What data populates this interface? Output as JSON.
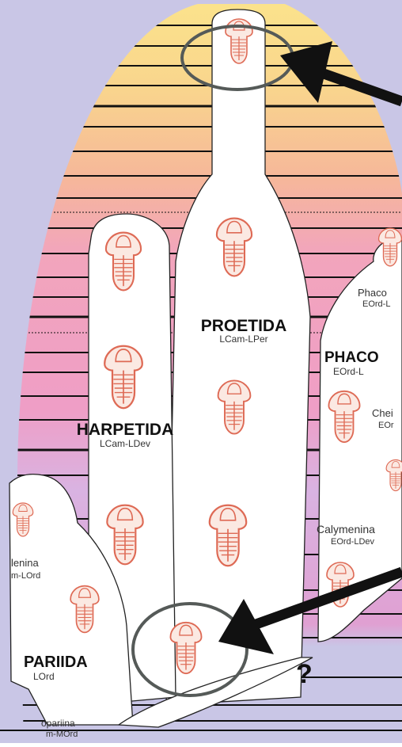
{
  "colors": {
    "background_lavender": "#c9c6e6",
    "band_yellow": "#fbe38c",
    "band_orange": "#f8c78c",
    "band_pink": "#f3a8be",
    "band_magenta": "#e3a4d2",
    "band_lavender": "#d7b5e5",
    "branch_fill": "#ffffff",
    "trilobite_red": "#de6a55",
    "highlight_circle": "#555a58",
    "arrow": "#111111"
  },
  "clades": {
    "proetida": {
      "name": "PROETIDA",
      "range": "LCam-LPer"
    },
    "harpetida": {
      "name": "HARPETIDA",
      "range": "LCam-LDev"
    },
    "phacopida": {
      "name": "PHACO",
      "range": "EOrd-L"
    },
    "phacopina": {
      "name": "Phaco",
      "range": "EOrd-L"
    },
    "cheirurina": {
      "name": "Chei",
      "range": "EOr"
    },
    "calymenina": {
      "name": "Calymenina",
      "range": "EOrd-LDev"
    },
    "leninae": {
      "name": "lenina",
      "range": "m-LOrd"
    },
    "pariida": {
      "name": "PARIIDA",
      "range": "LOrd"
    },
    "opariina": {
      "name": "opariina",
      "range": "m-MOrd"
    }
  },
  "annotations": {
    "question_mark": "?",
    "top_arrow_icon": "arrow-icon",
    "bottom_arrow_icon": "arrow-icon"
  }
}
